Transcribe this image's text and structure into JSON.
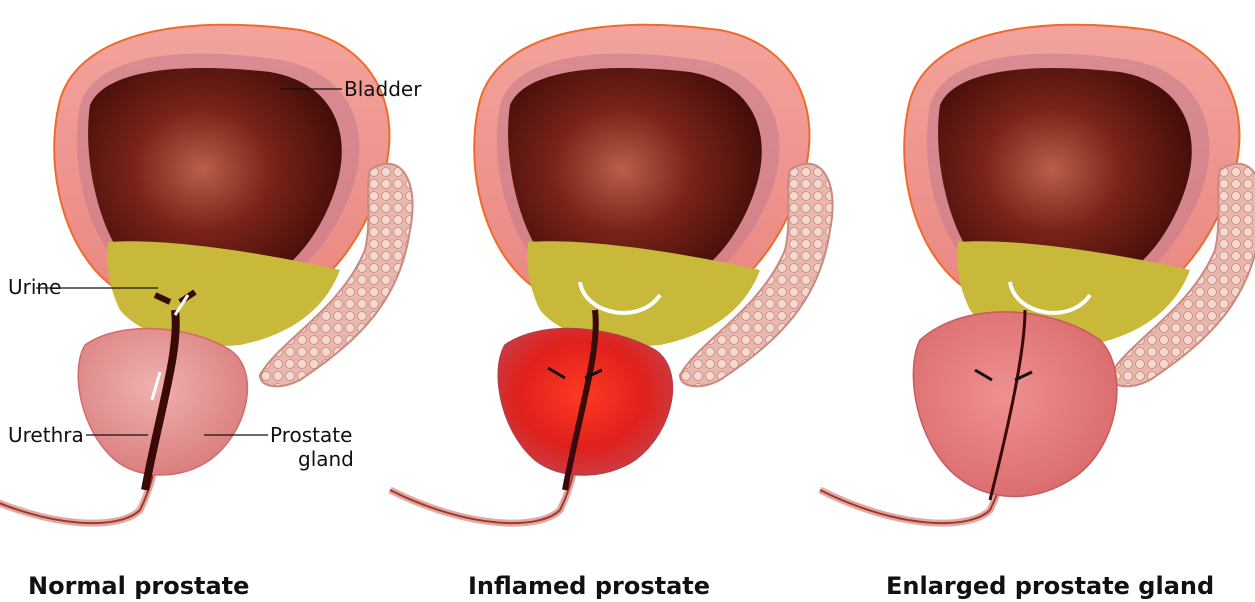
{
  "labels": {
    "bladder": "Bladder",
    "urine": "Urine",
    "urethra": "Urethra",
    "prostate_gland_line1": "Prostate",
    "prostate_gland_line2": "gland"
  },
  "captions": {
    "normal": "Normal prostate",
    "inflamed": "Inflamed prostate",
    "enlarged": "Enlarged prostate gland"
  },
  "colors": {
    "bladder_wall": "#f2a09a",
    "bladder_inner": "#5a1410",
    "urine": "#c9b93b",
    "prostate_normal": "#e79a9a",
    "prostate_inflamed": "#e2261e",
    "prostate_enlarged": "#e27876",
    "seminal_vesicle": "#e8b2aa",
    "outline": "#f06a2a"
  }
}
